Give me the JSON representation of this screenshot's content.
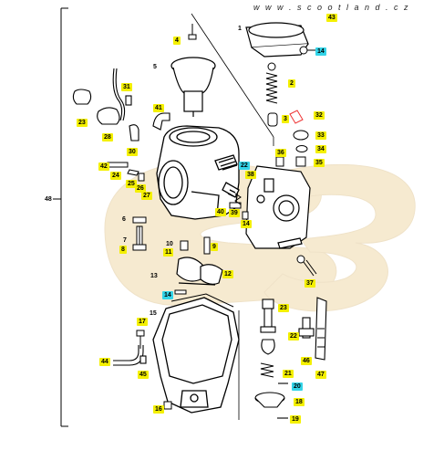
{
  "watermark": "w w w . s c o o t l a n d . c z",
  "colors": {
    "callout_yellow": "#f4f000",
    "callout_cyan": "#33d4e8",
    "logo_tint": "#f6ead0"
  },
  "labels": {
    "l43": "43",
    "l1": "1",
    "l14a": "14",
    "l4": "4",
    "l5": "5",
    "l2": "2",
    "l3": "3",
    "l32": "32",
    "l31": "31",
    "l23": "23",
    "l28": "28",
    "l41": "41",
    "l33": "33",
    "l34": "34",
    "l36": "36",
    "l35": "35",
    "l30": "30",
    "l42": "42",
    "l24": "24",
    "l25": "25",
    "l26": "26",
    "l27": "27",
    "l22": "22",
    "l38": "38",
    "l48": "48",
    "l40": "40",
    "l39": "39",
    "l14b": "14",
    "l6": "6",
    "l7": "7",
    "l8": "8",
    "l10": "10",
    "l11": "11",
    "l9": "9",
    "l13": "13",
    "l12": "12",
    "l37": "37",
    "l14c": "14",
    "l15": "15",
    "l17": "17",
    "l23b": "23",
    "l22b": "22",
    "l44": "44",
    "l45": "45",
    "l21": "21",
    "l46": "46",
    "l47": "47",
    "l20": "20",
    "l18": "18",
    "l16": "16",
    "l19": "19"
  }
}
